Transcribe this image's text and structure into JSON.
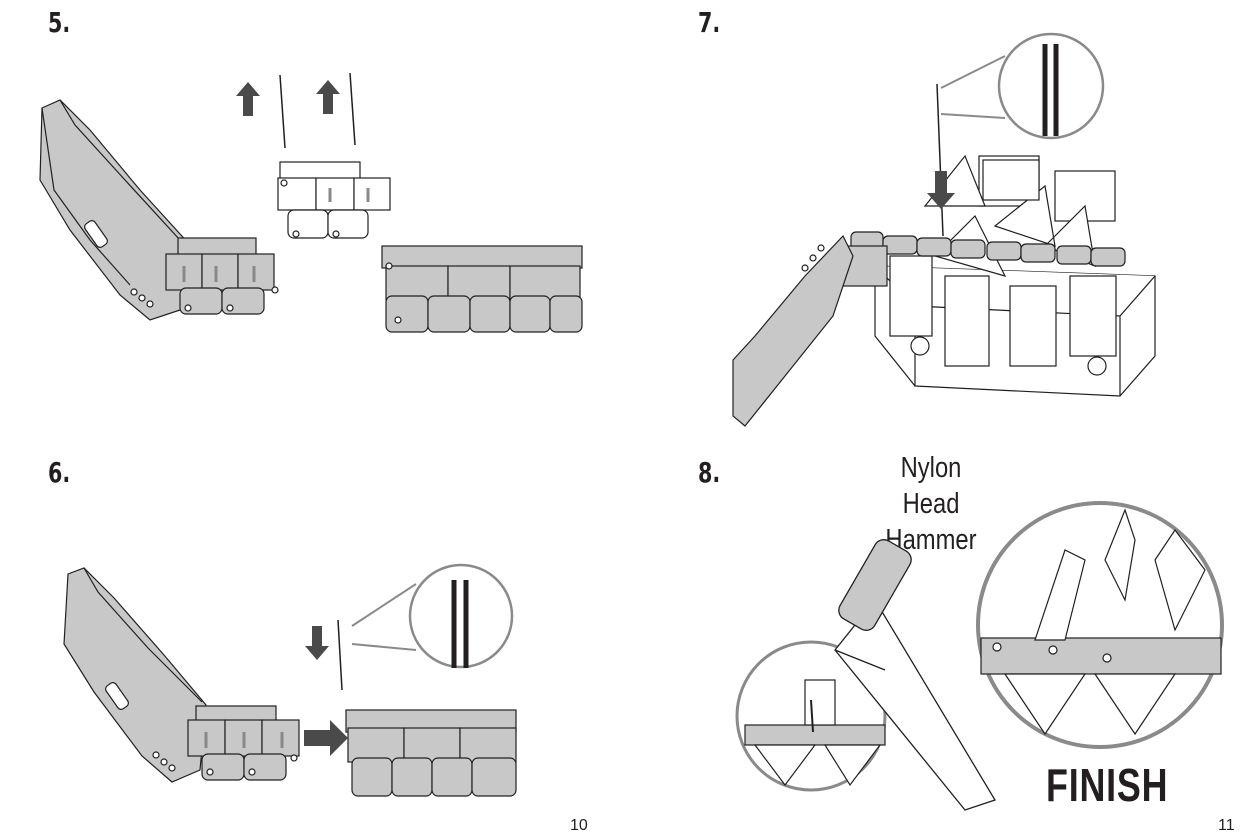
{
  "steps": [
    {
      "number": "5."
    },
    {
      "number": "6."
    },
    {
      "number": "7."
    },
    {
      "number": "8."
    }
  ],
  "labels": {
    "hammer_line1": "Nylon Head",
    "hammer_line2": "Hammer",
    "finish": "FINISH"
  },
  "page_numbers": {
    "left": "10",
    "right": "11"
  },
  "colors": {
    "band_gray": "#c8c8c8",
    "outline": "#231f20",
    "arrow": "#4a4a4a",
    "magnifier": "#8a8a8a"
  }
}
